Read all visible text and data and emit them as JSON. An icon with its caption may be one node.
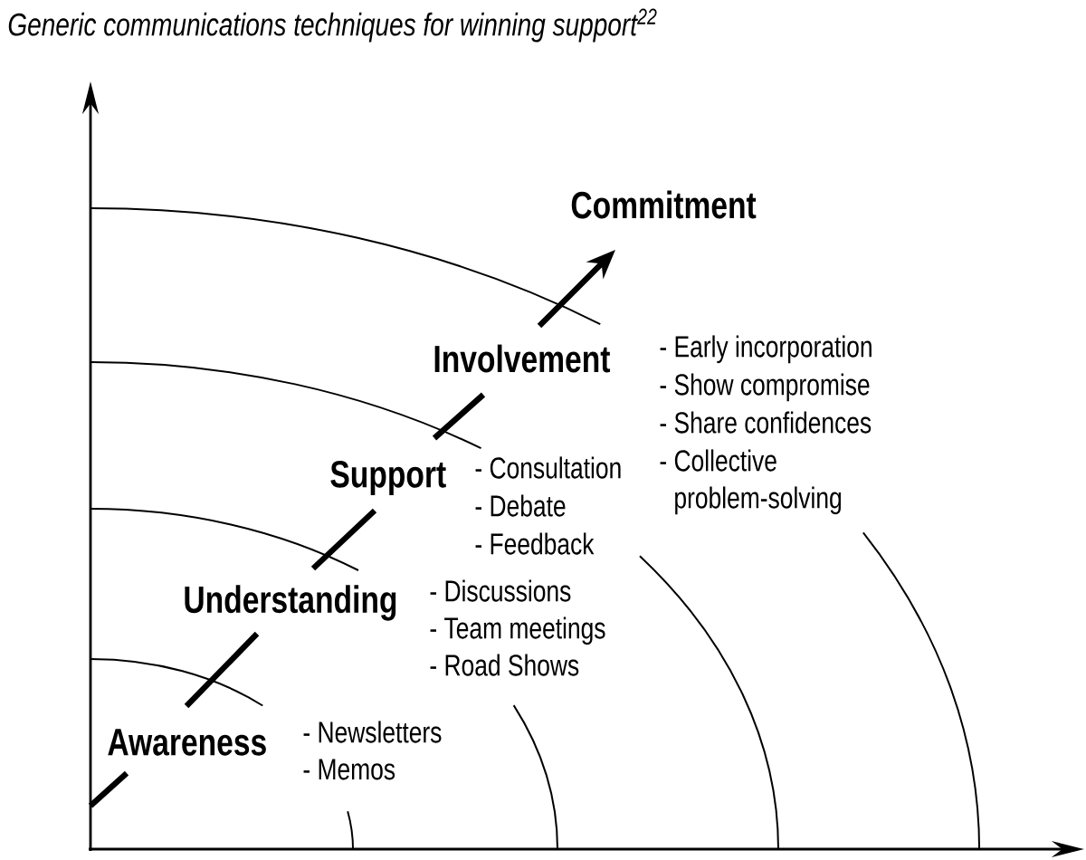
{
  "diagram": {
    "title": "Generic communications techniques for winning support$^{22}$",
    "nodes": [
      {
        "text": [
          "Awareness"
        ],
        "beside": [
          "- Newsletters",
          "- Memos"
        ]
      },
      {
        "text": [
          "Understanding"
        ],
        "beside": [
          "- Discussions",
          "- Team meetings",
          "- Road Shows"
        ]
      },
      {
        "text": [
          "Support"
        ],
        "beside": [
          "- Consultation",
          "- Debate",
          "- Feedback"
        ]
      },
      {
        "text": [
          "Involvement"
        ],
        "beside": [
          "- Early incorporation",
          "- Show compromise",
          "- Share confidences",
          "- Collective problem-solving"
        ]
      },
      {
        "text": [
          "Commitment"
        ]
      }
    ],
    "edges": [
      {
        "from": null,
        "to": 0,
        "arrow": "none"
      },
      {
        "from": 0,
        "to": 1,
        "arrow": "none"
      },
      {
        "from": 1,
        "to": 2,
        "arrow": "none"
      },
      {
        "from": 2,
        "to": 3,
        "arrow": "none"
      },
      {
        "from": 3,
        "to": 4,
        "arrow": "to"
      }
    ]
  }
}
